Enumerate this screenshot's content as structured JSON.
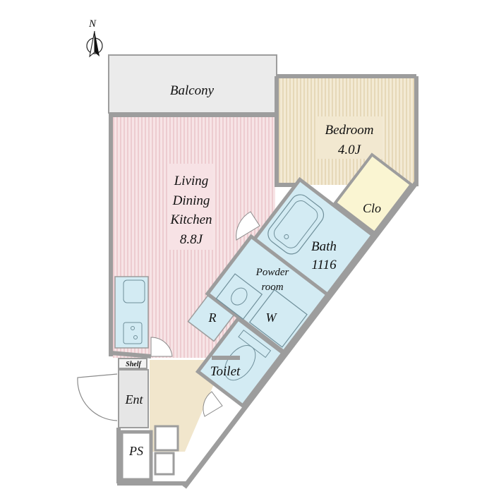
{
  "compass": {
    "label": "N"
  },
  "rooms": {
    "balcony": {
      "label": "Balcony"
    },
    "bedroom": {
      "label": "Bedroom",
      "size": "4.0J"
    },
    "ldk": {
      "line1": "Living",
      "line2": "Dining",
      "line3": "Kitchen",
      "size": "8.8J"
    },
    "closet": {
      "label": "Clo"
    },
    "bath": {
      "label": "Bath",
      "size": "1116"
    },
    "powder": {
      "line1": "Powder",
      "line2": "room"
    },
    "washer": {
      "label": "W"
    },
    "fridge": {
      "label": "R"
    },
    "toilet": {
      "label": "Toilet"
    },
    "shelf": {
      "label": "Shelf"
    },
    "entrance": {
      "label": "Ent"
    },
    "ps": {
      "label": "PS"
    }
  },
  "colors": {
    "wet": "#d3ebf3",
    "ldk": "#f6dfe2",
    "bedroom": "#f1e7cf",
    "hall": "#f1e6cc",
    "closet": "#faf5d2",
    "wall": "#9d9d9d"
  }
}
